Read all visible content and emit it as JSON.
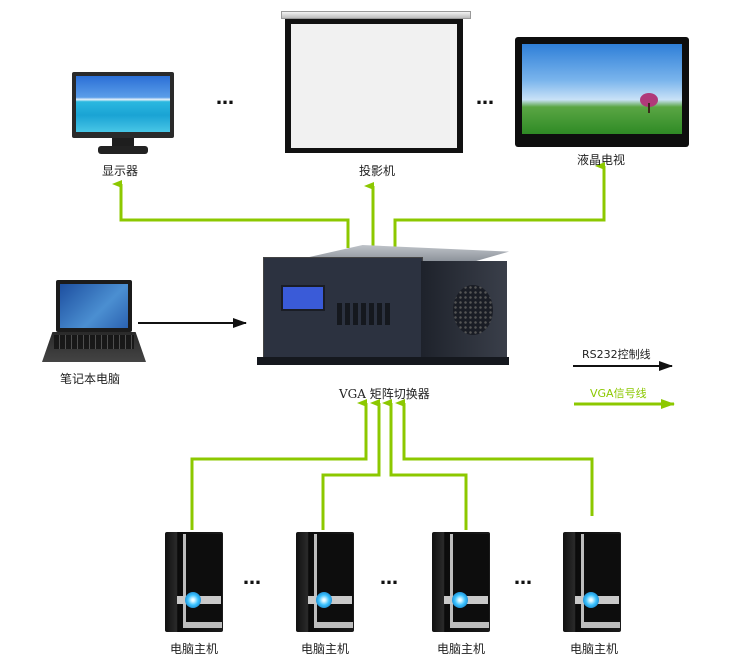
{
  "colors": {
    "vga_line": "#8cc800",
    "rs232_line": "#111111",
    "chassis": "#2c3240",
    "lcd": "#3a5bd8"
  },
  "outputs": [
    {
      "id": "monitor",
      "label": "显示器",
      "icon": "monitor-icon"
    },
    {
      "id": "projector",
      "label": "投影机",
      "icon": "projector-screen-icon"
    },
    {
      "id": "lcd_tv",
      "label": "液晶电视",
      "icon": "lcd-tv-icon"
    }
  ],
  "output_ellipses": [
    "…",
    "…"
  ],
  "laptop": {
    "label": "笔记本电脑",
    "icon": "laptop-icon"
  },
  "matrix": {
    "label": "VGA 矩阵切换器",
    "icon": "matrix-switcher-icon"
  },
  "inputs": [
    {
      "label": "电脑主机",
      "icon": "pc-tower-icon"
    },
    {
      "label": "电脑主机",
      "icon": "pc-tower-icon"
    },
    {
      "label": "电脑主机",
      "icon": "pc-tower-icon"
    },
    {
      "label": "电脑主机",
      "icon": "pc-tower-icon"
    }
  ],
  "input_ellipses": [
    "…",
    "…",
    "…"
  ],
  "legend": {
    "rs232": {
      "label": "RS232控制线"
    },
    "vga": {
      "label": "VGA信号线"
    }
  },
  "ellipsis_text": "…"
}
